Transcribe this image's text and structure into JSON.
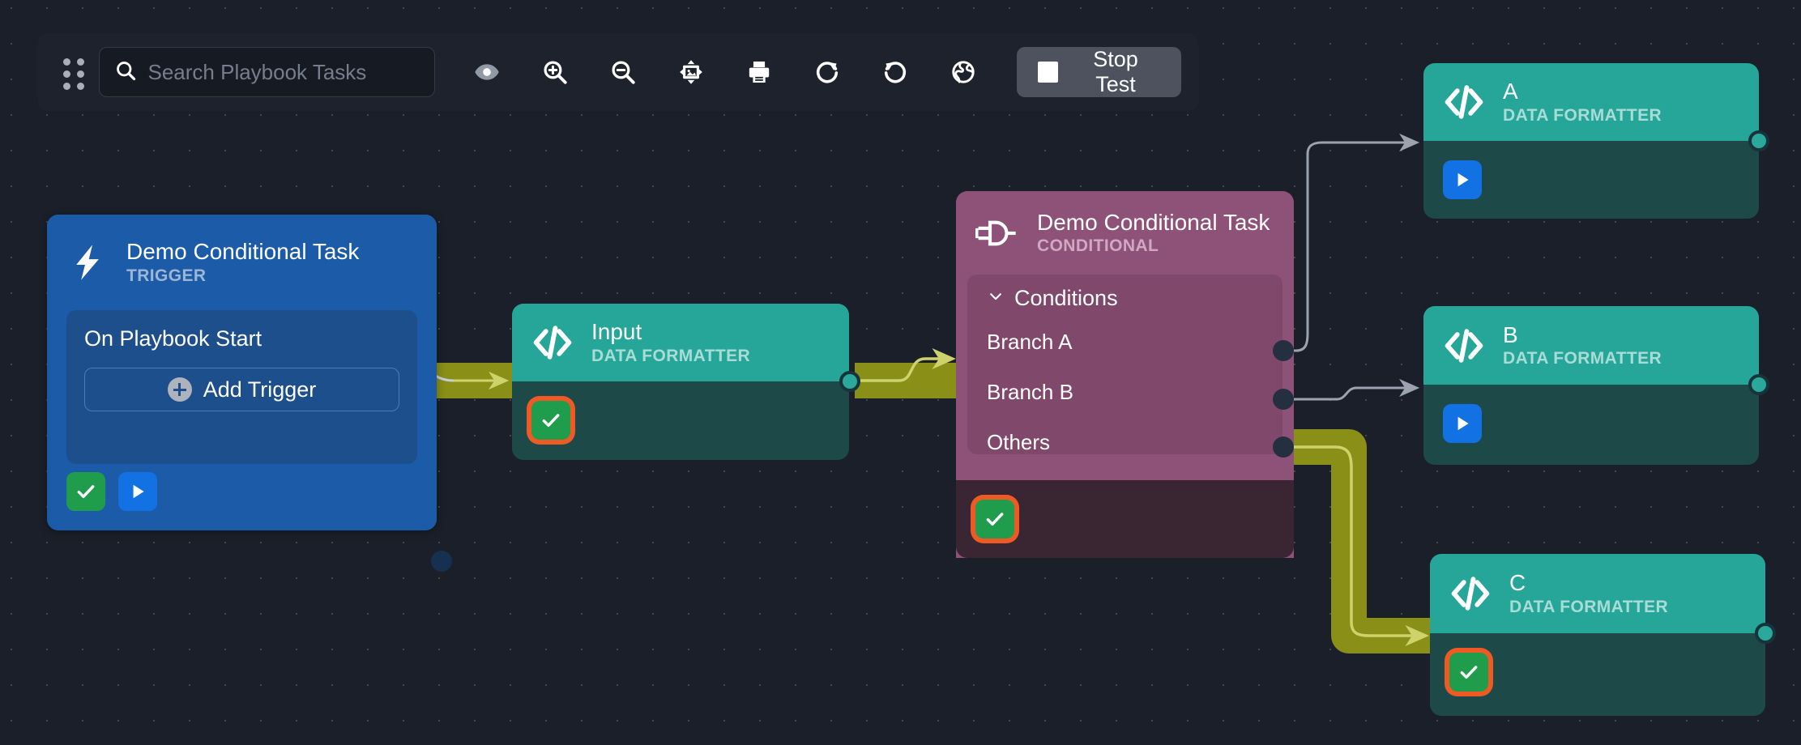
{
  "toolbar": {
    "drag_handle_icon": "drag-dots-icon",
    "search": {
      "icon": "search-icon",
      "placeholder": "Search Playbook Tasks",
      "value": ""
    },
    "buttons": [
      {
        "name": "toggle-visibility-button",
        "icon": "eye-icon"
      },
      {
        "name": "zoom-in-button",
        "icon": "zoom-in-icon"
      },
      {
        "name": "zoom-out-button",
        "icon": "zoom-out-icon"
      },
      {
        "name": "fit-to-screen-button",
        "icon": "fit-to-screen-icon"
      },
      {
        "name": "print-button",
        "icon": "print-icon"
      },
      {
        "name": "redo-button",
        "icon": "redo-icon"
      },
      {
        "name": "undo-button",
        "icon": "undo-icon"
      },
      {
        "name": "globe-button",
        "icon": "globe-icon"
      }
    ],
    "stop_test": {
      "label": "Stop Test",
      "icon": "stop-square-icon",
      "background": "#4d525e"
    }
  },
  "colors": {
    "canvas_bg": "#1b1f29",
    "trigger_blue": "#1c5ba8",
    "data_formatter_teal": "#26a699",
    "data_formatter_body": "#1d4a49",
    "conditional_purple": "#8e5278",
    "conditional_body": "#3a2533",
    "active_edge": "#8a8f17",
    "inactive_edge": "#9aa3af",
    "status_ok_green": "#1f9d4d",
    "status_highlight_orange": "#ef5a24",
    "play_blue": "#1272e4"
  },
  "nodes": {
    "trigger": {
      "title": "Demo Conditional Task",
      "subtitle": "TRIGGER",
      "icon": "lightning-bolt-icon",
      "event_label": "On Playbook Start",
      "add_trigger_label": "Add Trigger",
      "add_trigger_icon": "plus-circle-icon",
      "badges": [
        {
          "name": "status-success-badge",
          "icon": "check-icon",
          "highlighted": false
        },
        {
          "name": "run-badge",
          "icon": "play-icon"
        }
      ]
    },
    "input": {
      "title": "Input",
      "subtitle": "DATA FORMATTER",
      "icon": "code-brackets-icon",
      "badges": [
        {
          "name": "status-success-badge",
          "icon": "check-icon",
          "highlighted": true
        }
      ]
    },
    "conditional": {
      "title": "Demo Conditional Task",
      "subtitle": "CONDITIONAL",
      "icon": "logic-gate-icon",
      "conditions_label": "Conditions",
      "conditions_chevron_icon": "chevron-down-icon",
      "branches": [
        {
          "label": "Branch A"
        },
        {
          "label": "Branch B"
        },
        {
          "label": "Others"
        }
      ],
      "badges": [
        {
          "name": "status-success-badge",
          "icon": "check-icon",
          "highlighted": true
        }
      ]
    },
    "a": {
      "title": "A",
      "subtitle": "DATA FORMATTER",
      "icon": "code-brackets-icon",
      "badges": [
        {
          "name": "run-badge",
          "icon": "play-icon"
        }
      ]
    },
    "b": {
      "title": "B",
      "subtitle": "DATA FORMATTER",
      "icon": "code-brackets-icon",
      "badges": [
        {
          "name": "run-badge",
          "icon": "play-icon"
        }
      ]
    },
    "c": {
      "title": "C",
      "subtitle": "DATA FORMATTER",
      "icon": "code-brackets-icon",
      "badges": [
        {
          "name": "status-success-badge",
          "icon": "check-icon",
          "highlighted": true
        }
      ]
    }
  },
  "edges": [
    {
      "name": "edge-trigger-to-input",
      "from": "trigger",
      "to": "input",
      "state": "active"
    },
    {
      "name": "edge-input-to-conditional",
      "from": "input",
      "to": "conditional",
      "state": "active"
    },
    {
      "name": "edge-branch-a-to-a",
      "from": "conditional.branch-a",
      "to": "a",
      "state": "inactive"
    },
    {
      "name": "edge-branch-b-to-b",
      "from": "conditional.branch-b",
      "to": "b",
      "state": "inactive"
    },
    {
      "name": "edge-others-to-c",
      "from": "conditional.others",
      "to": "c",
      "state": "active"
    }
  ]
}
